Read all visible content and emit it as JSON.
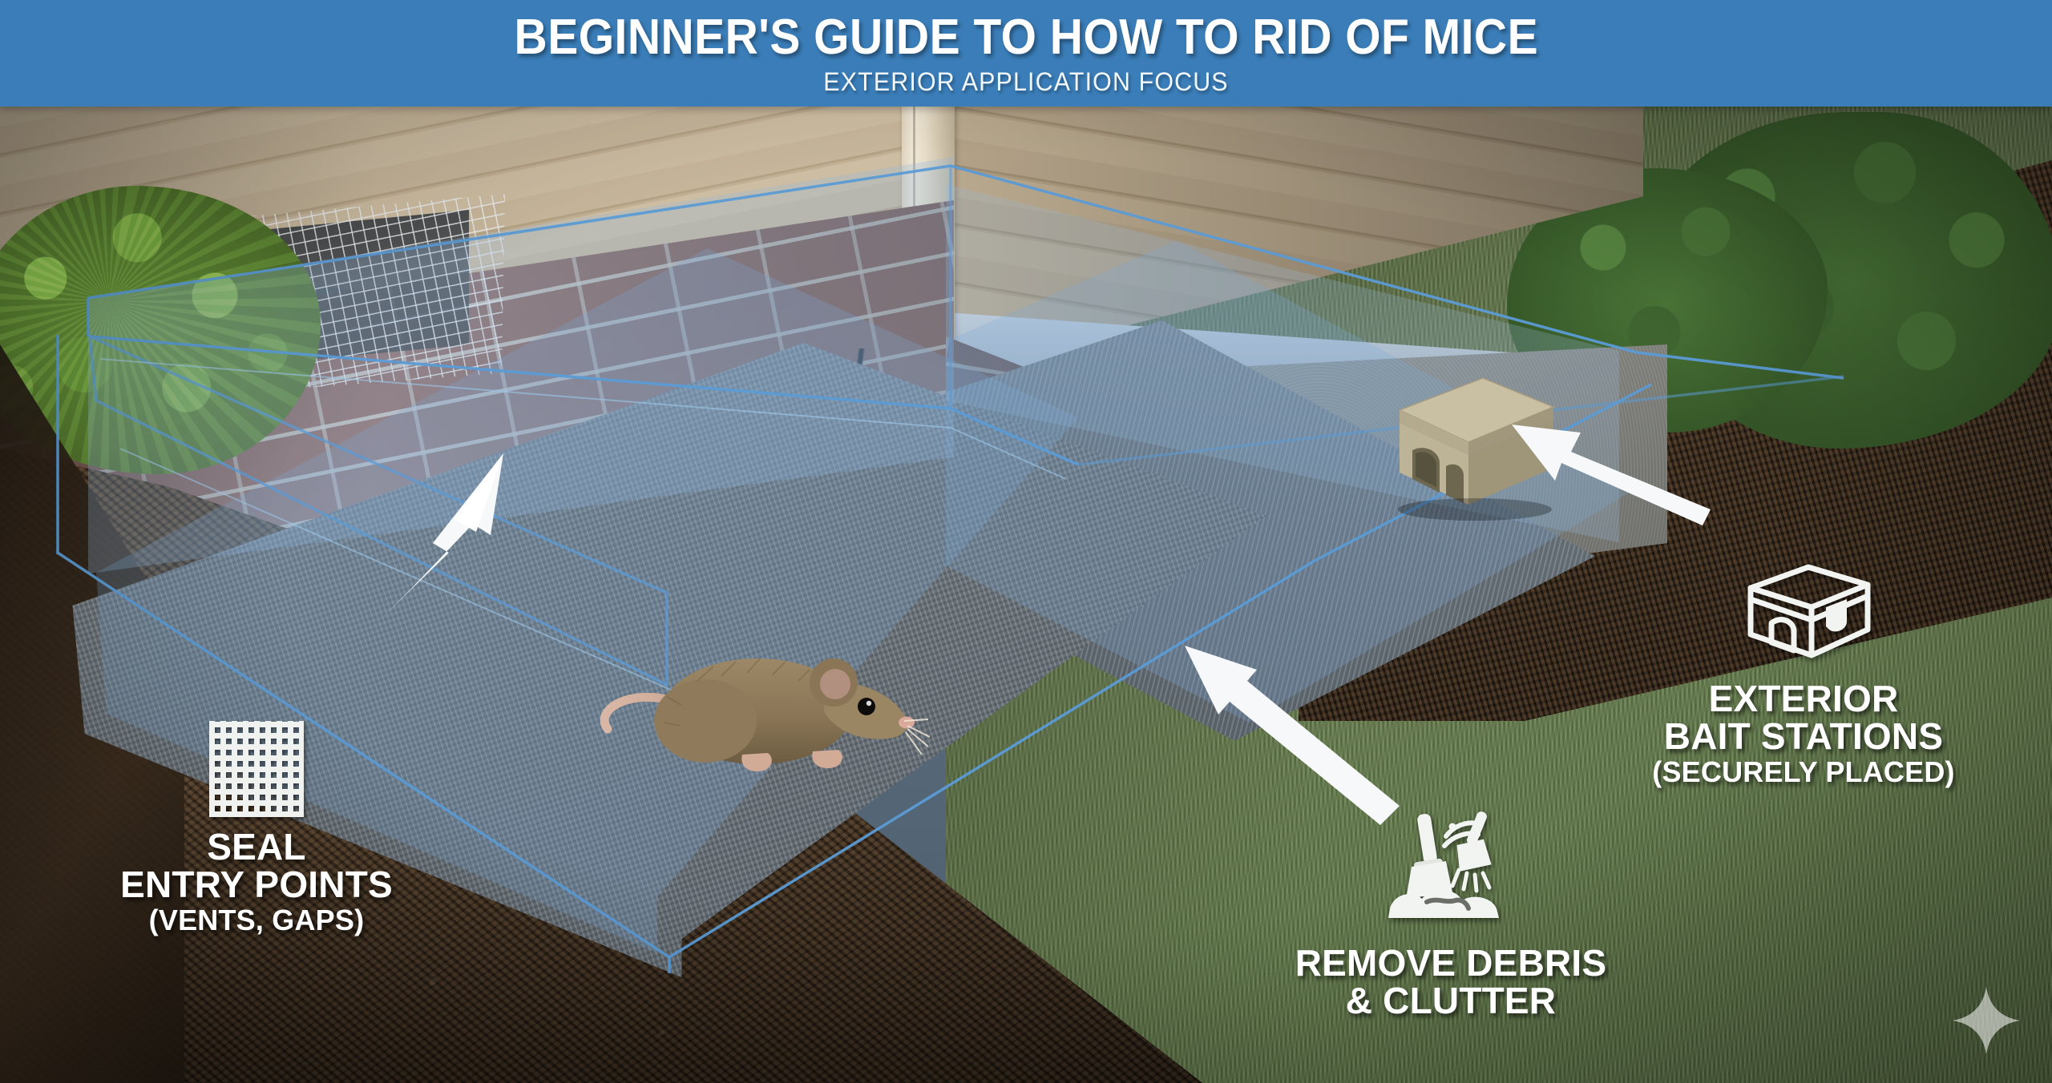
{
  "banner": {
    "title": "BEGINNER'S GUIDE TO HOW TO RID OF MICE",
    "subtitle": "EXTERIOR APPLICATION FOCUS",
    "background_color": "#3A7DB8",
    "text_color": "#FFFFFF"
  },
  "callouts": [
    {
      "id": "seal-entry-points",
      "icon": "wire-mesh-grid-icon",
      "line1": "SEAL",
      "line2": "ENTRY POINTS",
      "sub": "(VENTS, GAPS)",
      "arrow": "points-up-right-to-foundation-vent"
    },
    {
      "id": "remove-debris",
      "icon": "broom-sweeping-debris-icon",
      "line1": "REMOVE DEBRIS",
      "line2": "& CLUTTER",
      "sub": "",
      "arrow": "points-up-left-to-concrete-perimeter"
    },
    {
      "id": "exterior-bait-stations",
      "icon": "bait-station-box-icon",
      "line1": "EXTERIOR",
      "line2": "BAIT STATIONS",
      "sub": "(SECURELY PLACED)",
      "arrow": "points-left-to-bait-station-on-slab"
    }
  ],
  "scene": {
    "house_siding_color": "#C2B094",
    "corner_trim_color": "#E6DCC7",
    "brick_color": "#8E6A63",
    "mortar_color": "#CDCDC8",
    "concrete_slab_color": "#6E777E",
    "grass_color": "#6B8050",
    "soil_color": "#4A3827",
    "mulch_color": "#2E241A",
    "shrub_left_color": "#6F9A41",
    "shrub_right_color": "#466E35",
    "treatment_overlay_color": "#7CAAD7",
    "treatment_overlay_edge_color": "#5B9BD5",
    "arrow_color": "#FFFFFF",
    "bait_station_body_color": "#B9AE92",
    "mouse_fur_color": "#8E7B5C",
    "elements": [
      "house-corner-with-lap-siding",
      "brick-foundation-wall",
      "mesh-covered-foundation-vent",
      "mortar-crack-at-corner",
      "house-mouse-on-walkway",
      "tan-exterior-bait-station",
      "concrete-perimeter-walkway",
      "translucent-blue-treatment-barrier",
      "excavated-soil-cross-section",
      "lawn-grass",
      "landscape-shrubs"
    ]
  },
  "watermark": {
    "icon": "four-point-sparkle-watermark"
  }
}
